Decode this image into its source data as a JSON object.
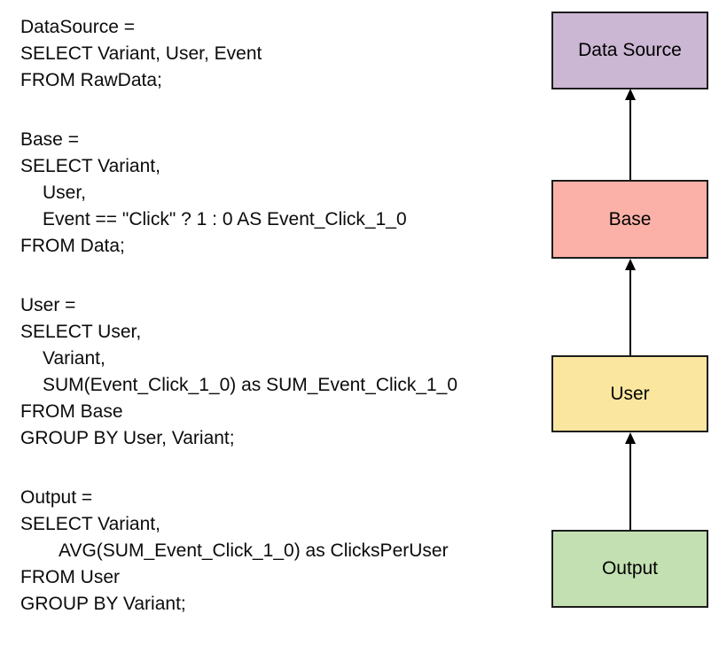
{
  "colors": {
    "background": "#FFFFFF",
    "text": "#0B0B0B"
  },
  "code_blocks": [
    {
      "name": "DataSource",
      "lines": [
        {
          "text": "DataSource =",
          "indent": 0
        },
        {
          "text": "SELECT Variant, User, Event",
          "indent": 0
        },
        {
          "text": "FROM RawData;",
          "indent": 0
        }
      ]
    },
    {
      "name": "Base",
      "lines": [
        {
          "text": "Base =",
          "indent": 0
        },
        {
          "text": "SELECT Variant,",
          "indent": 0
        },
        {
          "text": "User,",
          "indent": 1
        },
        {
          "text": "Event == \"Click\" ? 1 : 0 AS Event_Click_1_0",
          "indent": 1
        },
        {
          "text": "FROM Data;",
          "indent": 0
        }
      ]
    },
    {
      "name": "User",
      "lines": [
        {
          "text": "User =",
          "indent": 0
        },
        {
          "text": "SELECT User,",
          "indent": 0
        },
        {
          "text": "Variant,",
          "indent": 1
        },
        {
          "text": "SUM(Event_Click_1_0) as SUM_Event_Click_1_0",
          "indent": 1
        },
        {
          "text": "FROM Base",
          "indent": 0
        },
        {
          "text": "GROUP BY User, Variant;",
          "indent": 0
        }
      ]
    },
    {
      "name": "Output",
      "lines": [
        {
          "text": "Output =",
          "indent": 0
        },
        {
          "text": "SELECT Variant,",
          "indent": 0
        },
        {
          "text": "AVG(SUM_Event_Click_1_0) as ClicksPerUser",
          "indent": 2
        },
        {
          "text": "FROM User",
          "indent": 0
        },
        {
          "text": "GROUP BY Variant;",
          "indent": 0
        }
      ]
    }
  ],
  "diagram": {
    "nodes": [
      {
        "id": "data-source",
        "label": "Data Source",
        "fill": "#CBB6D3"
      },
      {
        "id": "base",
        "label": "Base",
        "fill": "#FBB1A7"
      },
      {
        "id": "user",
        "label": "User",
        "fill": "#FAE69E"
      },
      {
        "id": "output",
        "label": "Output",
        "fill": "#C3E0B2"
      }
    ],
    "edges": [
      {
        "from": "Output",
        "to": "User"
      },
      {
        "from": "User",
        "to": "Base"
      },
      {
        "from": "Base",
        "to": "Data Source"
      }
    ],
    "border_color": "#1C1C1C",
    "arrow_color": "#000000"
  }
}
